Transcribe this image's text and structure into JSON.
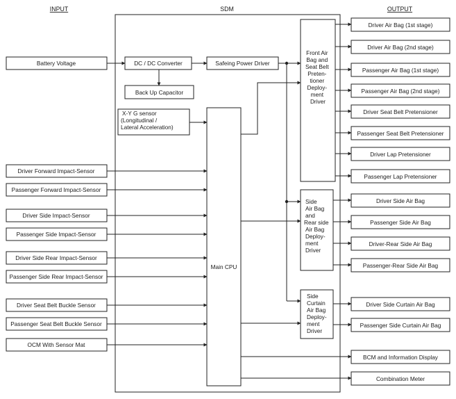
{
  "headings": {
    "input": "INPUT",
    "sdm": "SDM",
    "output": "OUTPUT"
  },
  "inputs": [
    "Battery Voltage",
    "Driver Forward Impact-Sensor",
    "Passenger Forward Impact-Sensor",
    "Driver Side Impact-Sensor",
    "Passenger Side Impact-Sensor",
    "Driver Side Rear Impact-Sensor",
    "Passenger Side Rear Impact-Sensor",
    "Driver Seat Belt Buckle Sensor",
    "Passenger Seat Belt Buckle Sensor",
    "OCM With Sensor Mat"
  ],
  "internal": {
    "dcdc": "DC / DC Converter",
    "safeing": "Safeing Power Driver",
    "backup": "Back Up Capacitor",
    "xyg": [
      "X-Y G sensor",
      "(Longitudinal /",
      "Lateral Acceleration)"
    ],
    "main_cpu": "Main CPU",
    "front_driver": [
      "Front Air",
      "Bag and",
      "Seat Belt",
      "Preten-",
      "tioner",
      "Deploy-",
      "ment",
      "Driver"
    ],
    "side_driver": [
      "Side",
      "Air Bag",
      "and",
      "Rear side",
      "Air Bag",
      "Deploy-",
      "ment",
      "Driver"
    ],
    "curtain_driver": [
      "Side",
      "Curtain",
      "Air Bag",
      "Deploy-",
      "ment",
      "Driver"
    ]
  },
  "outputs": [
    "Driver Air Bag (1st stage)",
    "Driver Air Bag (2nd stage)",
    "Passenger Air Bag (1st stage)",
    "Passenger Air Bag (2nd stage)",
    "Driver Seat Belt Pretensioner",
    "Passenger Seat Belt Pretensioner",
    "Driver Lap Pretensioner",
    "Passenger Lap Pretensioner",
    "Driver Side Air Bag",
    "Passenger Side Air Bag",
    "Driver-Rear Side Air Bag",
    "Passenger-Rear Side Air Bag",
    "Driver Side Curtain Air Bag",
    "Passenger Side Curtain Air Bag",
    "BCM and Information Display",
    "Combination Meter"
  ]
}
